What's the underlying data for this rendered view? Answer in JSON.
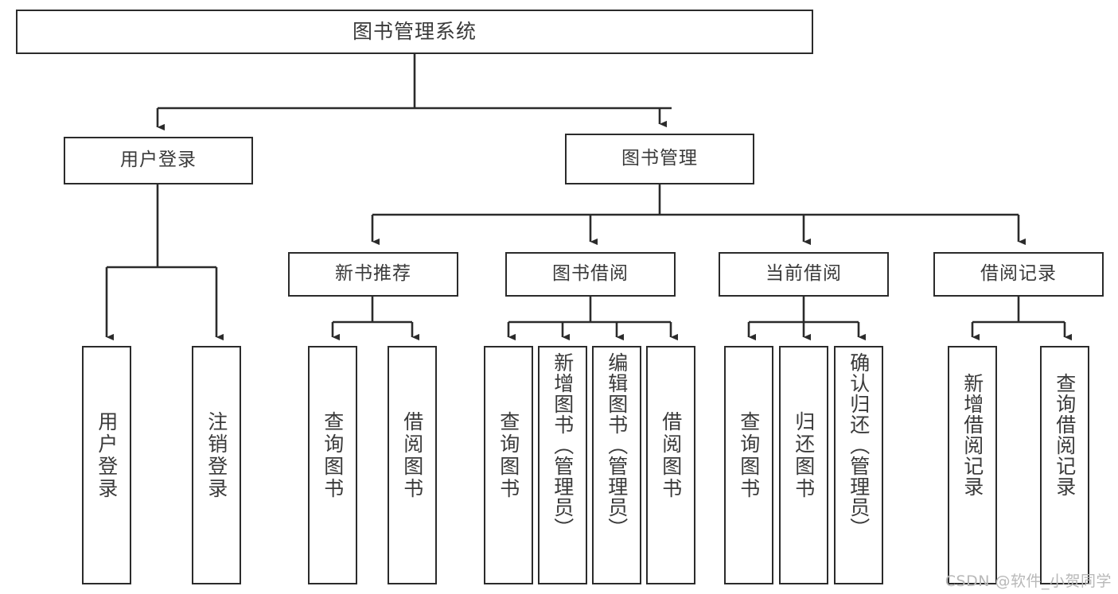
{
  "diagram": {
    "type": "tree-hierarchy-chart",
    "title": "图书管理系统",
    "line_color": "#2b2b2b",
    "box_fill": "#ffffff",
    "text_color": "#3a3a3a",
    "watermark": "CSDN @软件_小贺同学",
    "root": {
      "id": "root",
      "label": "图书管理系统"
    },
    "level2": [
      {
        "id": "user-login",
        "label": "用户登录"
      },
      {
        "id": "book-management",
        "label": "图书管理"
      }
    ],
    "level3": [
      {
        "id": "new-book-recommend",
        "label": "新书推荐",
        "parent": "book-management"
      },
      {
        "id": "book-borrow",
        "label": "图书借阅",
        "parent": "book-management"
      },
      {
        "id": "current-borrow",
        "label": "当前借阅",
        "parent": "book-management"
      },
      {
        "id": "borrow-record",
        "label": "借阅记录",
        "parent": "book-management"
      }
    ],
    "leaves": [
      {
        "id": "leaf-user-login",
        "label": "用户登录",
        "parent": "user-login"
      },
      {
        "id": "leaf-logout-login",
        "label": "注销登录",
        "parent": "user-login"
      },
      {
        "id": "leaf-query-book-1",
        "label": "查询图书",
        "parent": "new-book-recommend"
      },
      {
        "id": "leaf-borrow-book-1",
        "label": "借阅图书",
        "parent": "new-book-recommend"
      },
      {
        "id": "leaf-query-book-2",
        "label": "查询图书",
        "parent": "book-borrow"
      },
      {
        "id": "leaf-add-book",
        "label": "新增图书（管理员）",
        "parent": "book-borrow"
      },
      {
        "id": "leaf-edit-book",
        "label": "编辑图书（管理员）",
        "parent": "book-borrow"
      },
      {
        "id": "leaf-borrow-book-2",
        "label": "借阅图书",
        "parent": "book-borrow"
      },
      {
        "id": "leaf-query-book-3",
        "label": "查询图书",
        "parent": "current-borrow"
      },
      {
        "id": "leaf-return-book",
        "label": "归还图书",
        "parent": "current-borrow"
      },
      {
        "id": "leaf-confirm-return",
        "label": "确认归还（管理员）",
        "parent": "current-borrow"
      },
      {
        "id": "leaf-add-record",
        "label": "新增借阅记录",
        "parent": "borrow-record"
      },
      {
        "id": "leaf-query-record",
        "label": "查询借阅记录",
        "parent": "borrow-record"
      }
    ]
  }
}
